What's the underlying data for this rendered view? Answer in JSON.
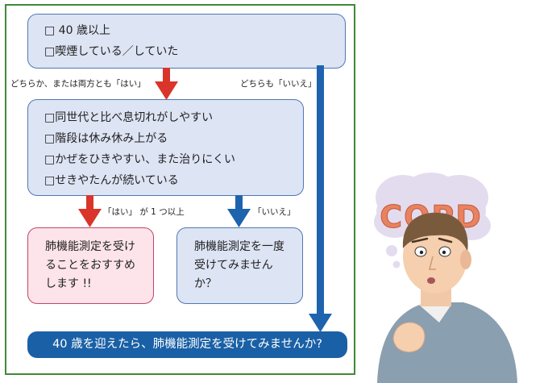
{
  "diagram": {
    "top_box": {
      "items": [
        "□ 40 歳以上",
        "□喫煙している／していた"
      ]
    },
    "label_yes_any": "どちらか、または両方とも「はい」",
    "label_no_both": "どちらも「いいえ」",
    "middle_box": {
      "items": [
        "□同世代と比べ息切れがしやすい",
        "□階段は休み休み上がる",
        "□かぜをひきやすい、また治りにくい",
        "□せきやたんが続いている"
      ]
    },
    "label_yes_one": "「はい」 が 1 つ以上",
    "label_no": "「いいえ」",
    "result_left": [
      "肺機能測定を受け",
      "ることをおすすめ",
      "します !!"
    ],
    "result_right": [
      "肺機能測定を一度",
      "受けてみません",
      "か？"
    ],
    "final": "40 歳を迎えたら、肺機能測定を受けてみませんか?"
  },
  "illustration": {
    "cloud_text": "COPD"
  },
  "colors": {
    "frame_green": "#3f8a3a",
    "arrow_red": "#d9352b",
    "arrow_blue": "#1d63ad",
    "box_blue_fill": "#dde4f4",
    "box_pink_fill": "#fce4ea",
    "final_fill": "#1a60a6"
  }
}
